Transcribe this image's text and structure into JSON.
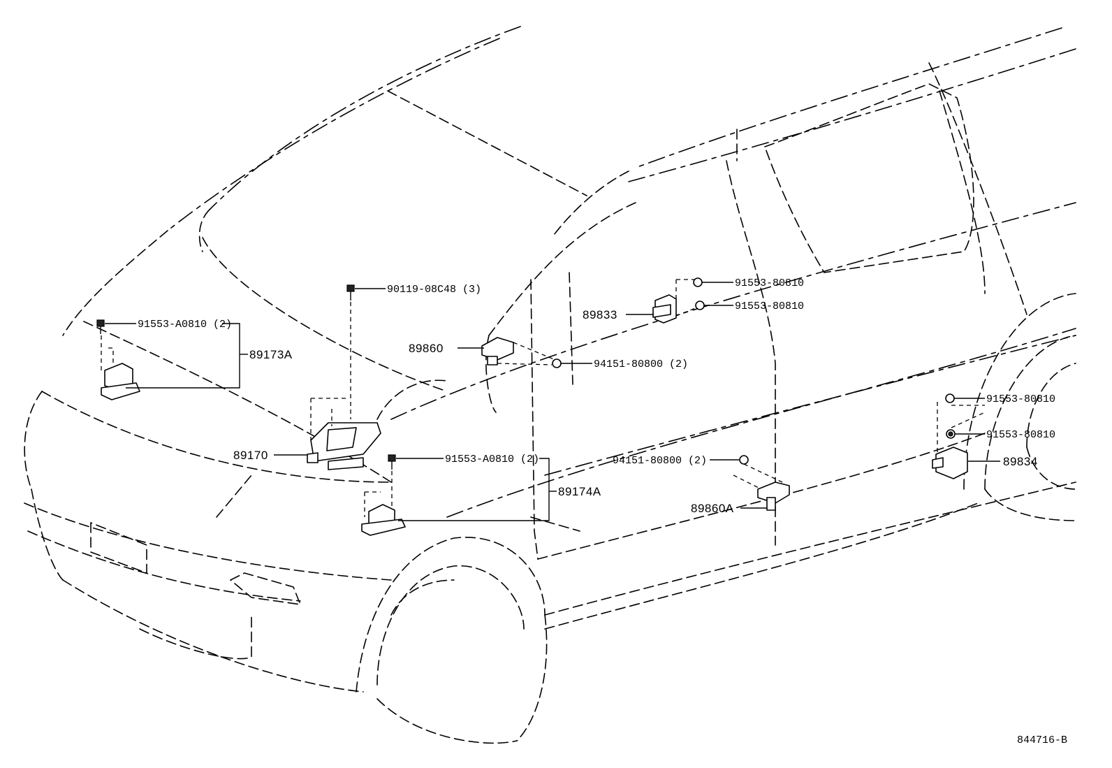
{
  "labels": {
    "bolt_90119": "90119-08C48 (3)",
    "bolt_91553_a0810_top": "91553-A0810 (2)",
    "part_89173a": "89173A",
    "part_89860": "89860",
    "nut_94151_upper": "94151-80800 (2)",
    "part_89833": "89833",
    "nut_91553_80810_a": "91553-80810",
    "nut_91553_80810_b": "91553-80810",
    "part_89170": "89170",
    "bolt_91553_a0810_mid": "91553-A0810 (2)",
    "part_89174a": "89174A",
    "nut_94151_lower": "94151-80800 (2)",
    "part_89860a": "89860A",
    "nut_91553_80810_c": "91553-80810",
    "nut_91553_80810_d": "91553-80810",
    "part_89834": "89834",
    "diagram_id": "844716-B"
  }
}
